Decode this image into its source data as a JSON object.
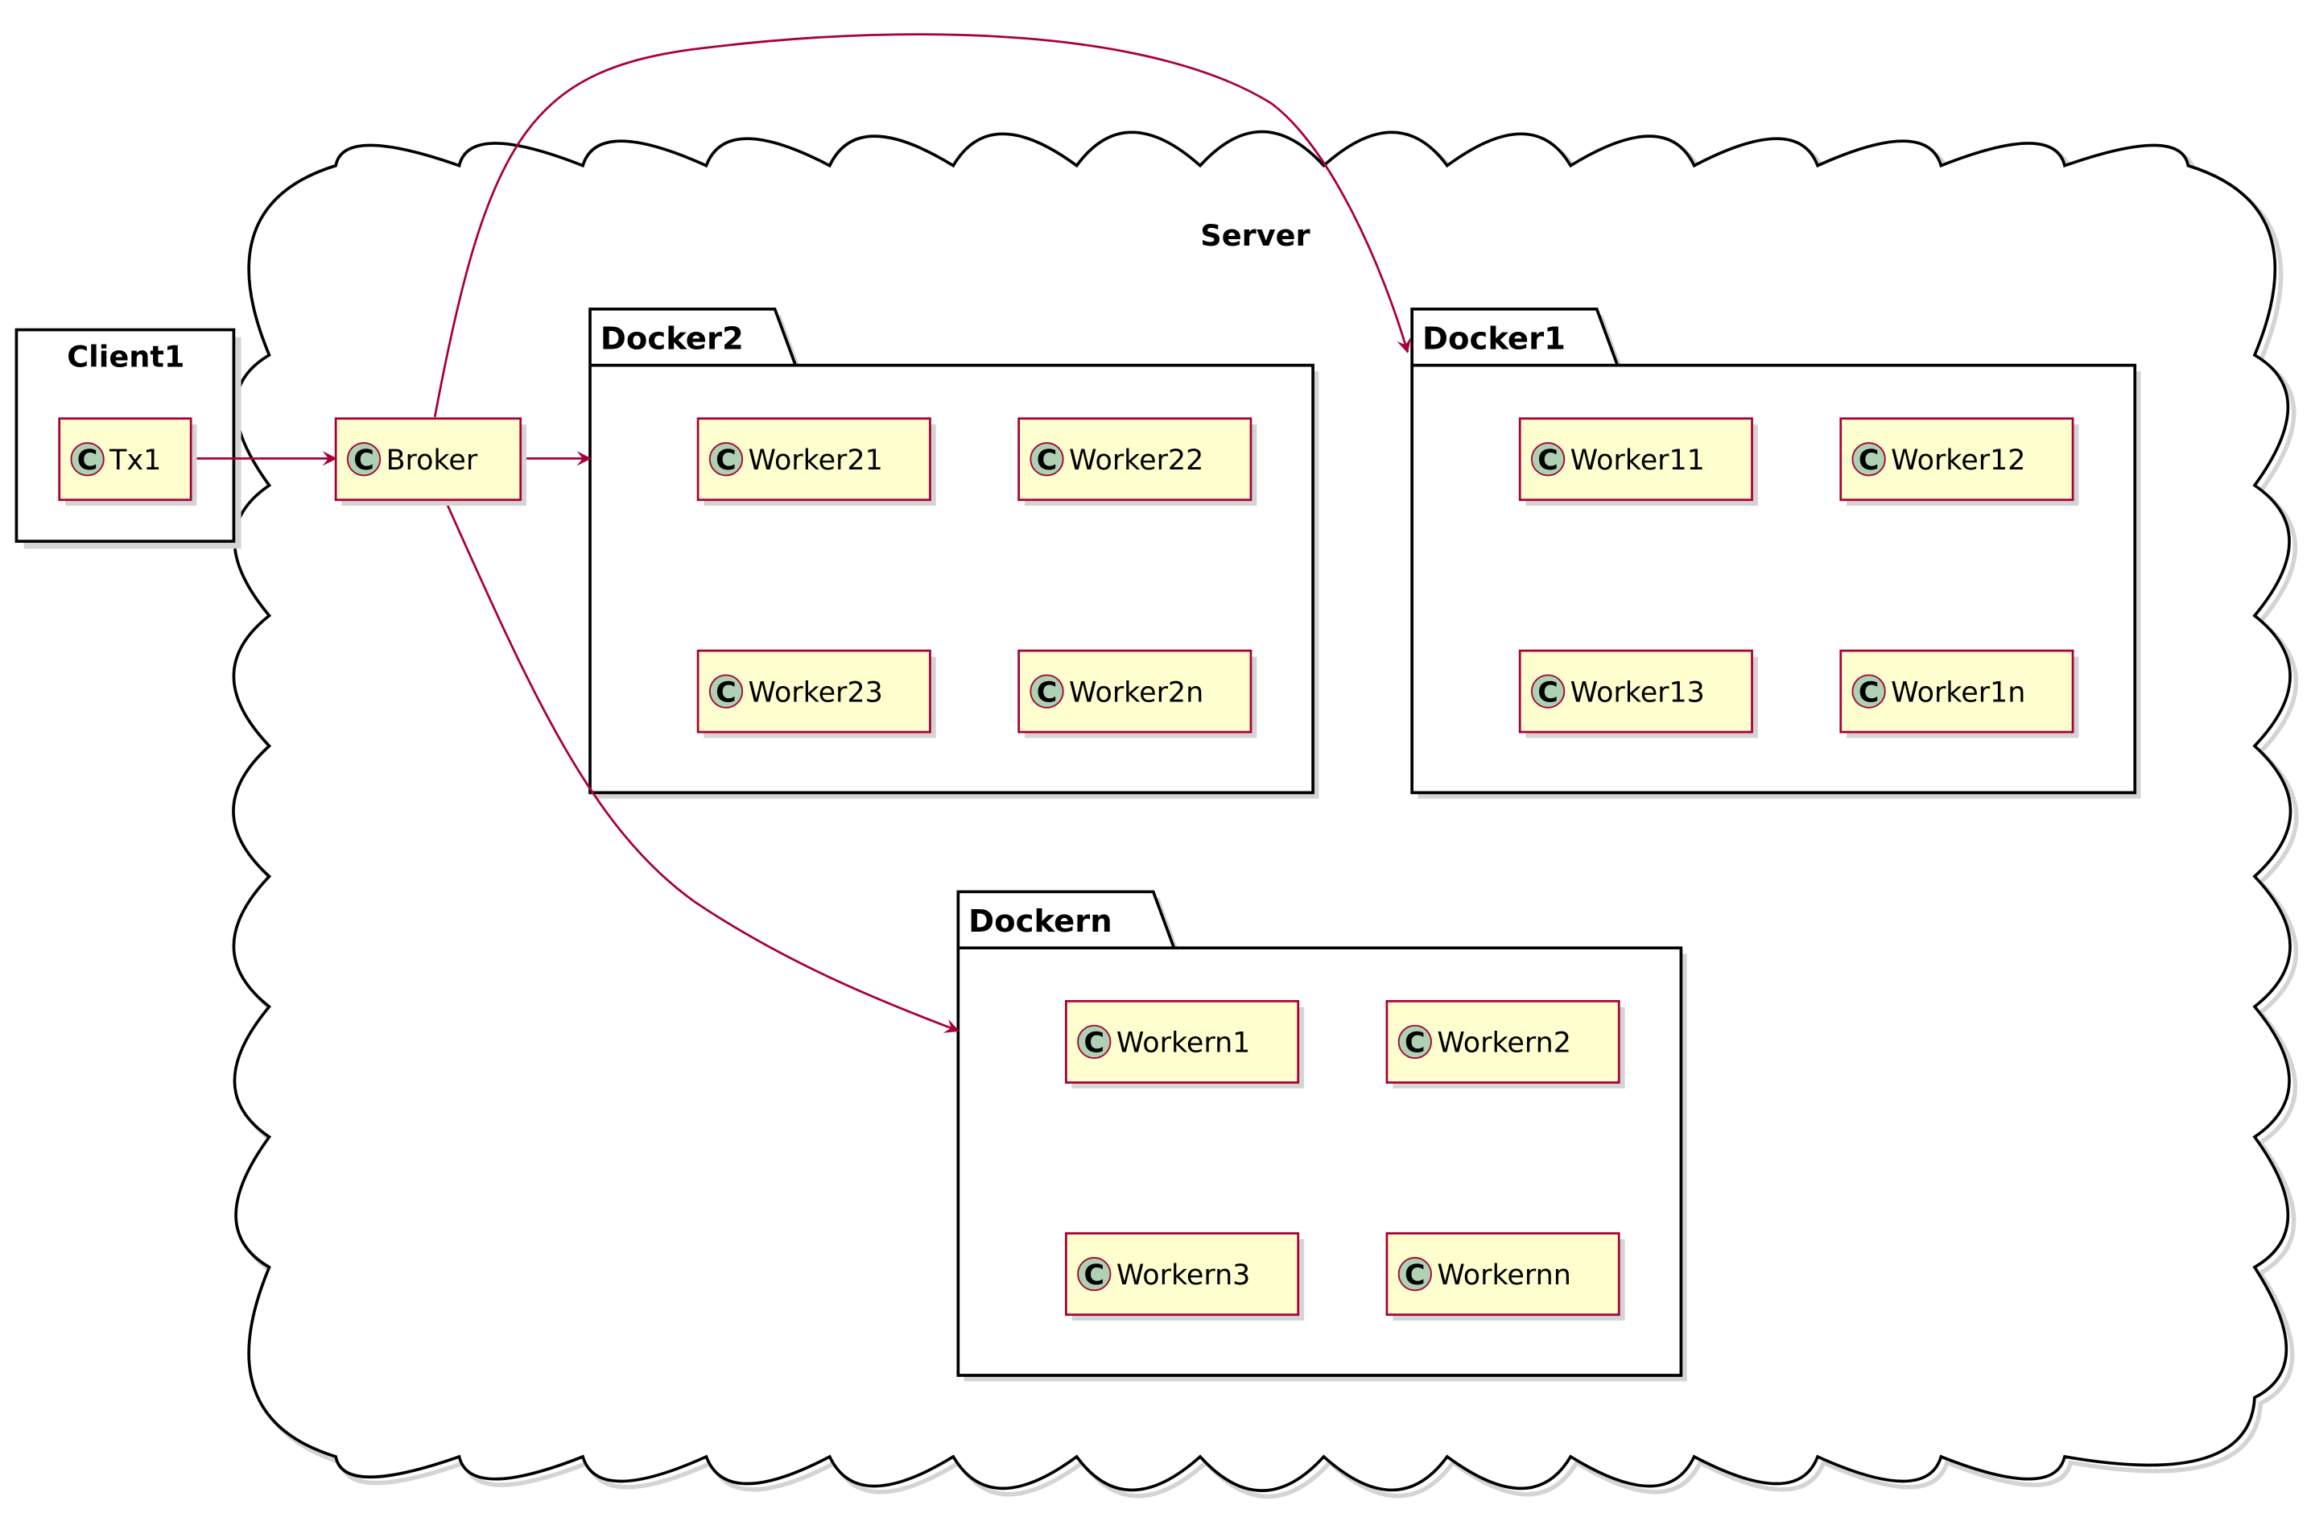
{
  "title": "",
  "colors": {
    "class_fill": "#FEFECE",
    "class_border": "#A80036",
    "circle_fill": "#ADD1B2",
    "arrow": "#A80036",
    "stroke": "#000000",
    "shadow": "#d4d4d4"
  },
  "cloud": {
    "label": "Server"
  },
  "client": {
    "label": "Client1"
  },
  "classes": {
    "tx1": "Tx1",
    "broker": "Broker"
  },
  "packages": [
    {
      "label": "Docker2",
      "workers": [
        "Worker21",
        "Worker22",
        "Worker23",
        "Worker2n"
      ]
    },
    {
      "label": "Docker1",
      "workers": [
        "Worker11",
        "Worker12",
        "Worker13",
        "Worker1n"
      ]
    },
    {
      "label": "Dockern",
      "workers": [
        "Workern1",
        "Workern2",
        "Workern3",
        "Workernn"
      ]
    }
  ],
  "class_glyph": "C",
  "edges": [
    {
      "from": "Tx1",
      "to": "Broker"
    },
    {
      "from": "Broker",
      "to": "Docker2"
    },
    {
      "from": "Broker",
      "to": "Docker1"
    },
    {
      "from": "Broker",
      "to": "Dockern"
    }
  ]
}
